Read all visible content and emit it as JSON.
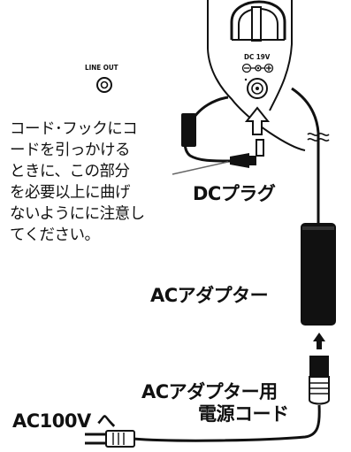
{
  "jack_labels": {
    "line_out": "LINE OUT",
    "dc_19v": "DC 19V"
  },
  "caution_note": {
    "lines": [
      "コード･フックにコ",
      "ードを引っかける",
      "ときに、この部分",
      "を必要以上に曲げ",
      "ないようにに注意し",
      "てください。"
    ]
  },
  "callouts": {
    "dc_plug": "DCプラグ",
    "ac_adapter": "ACアダプター",
    "ac_cord_line1": "ACアダプター用",
    "ac_cord_line2": "電源コード",
    "ac_outlet": "AC100V へ"
  },
  "colors": {
    "ink": "#111111",
    "device_fill": "#ffffff",
    "leader_gray": "#666666"
  }
}
